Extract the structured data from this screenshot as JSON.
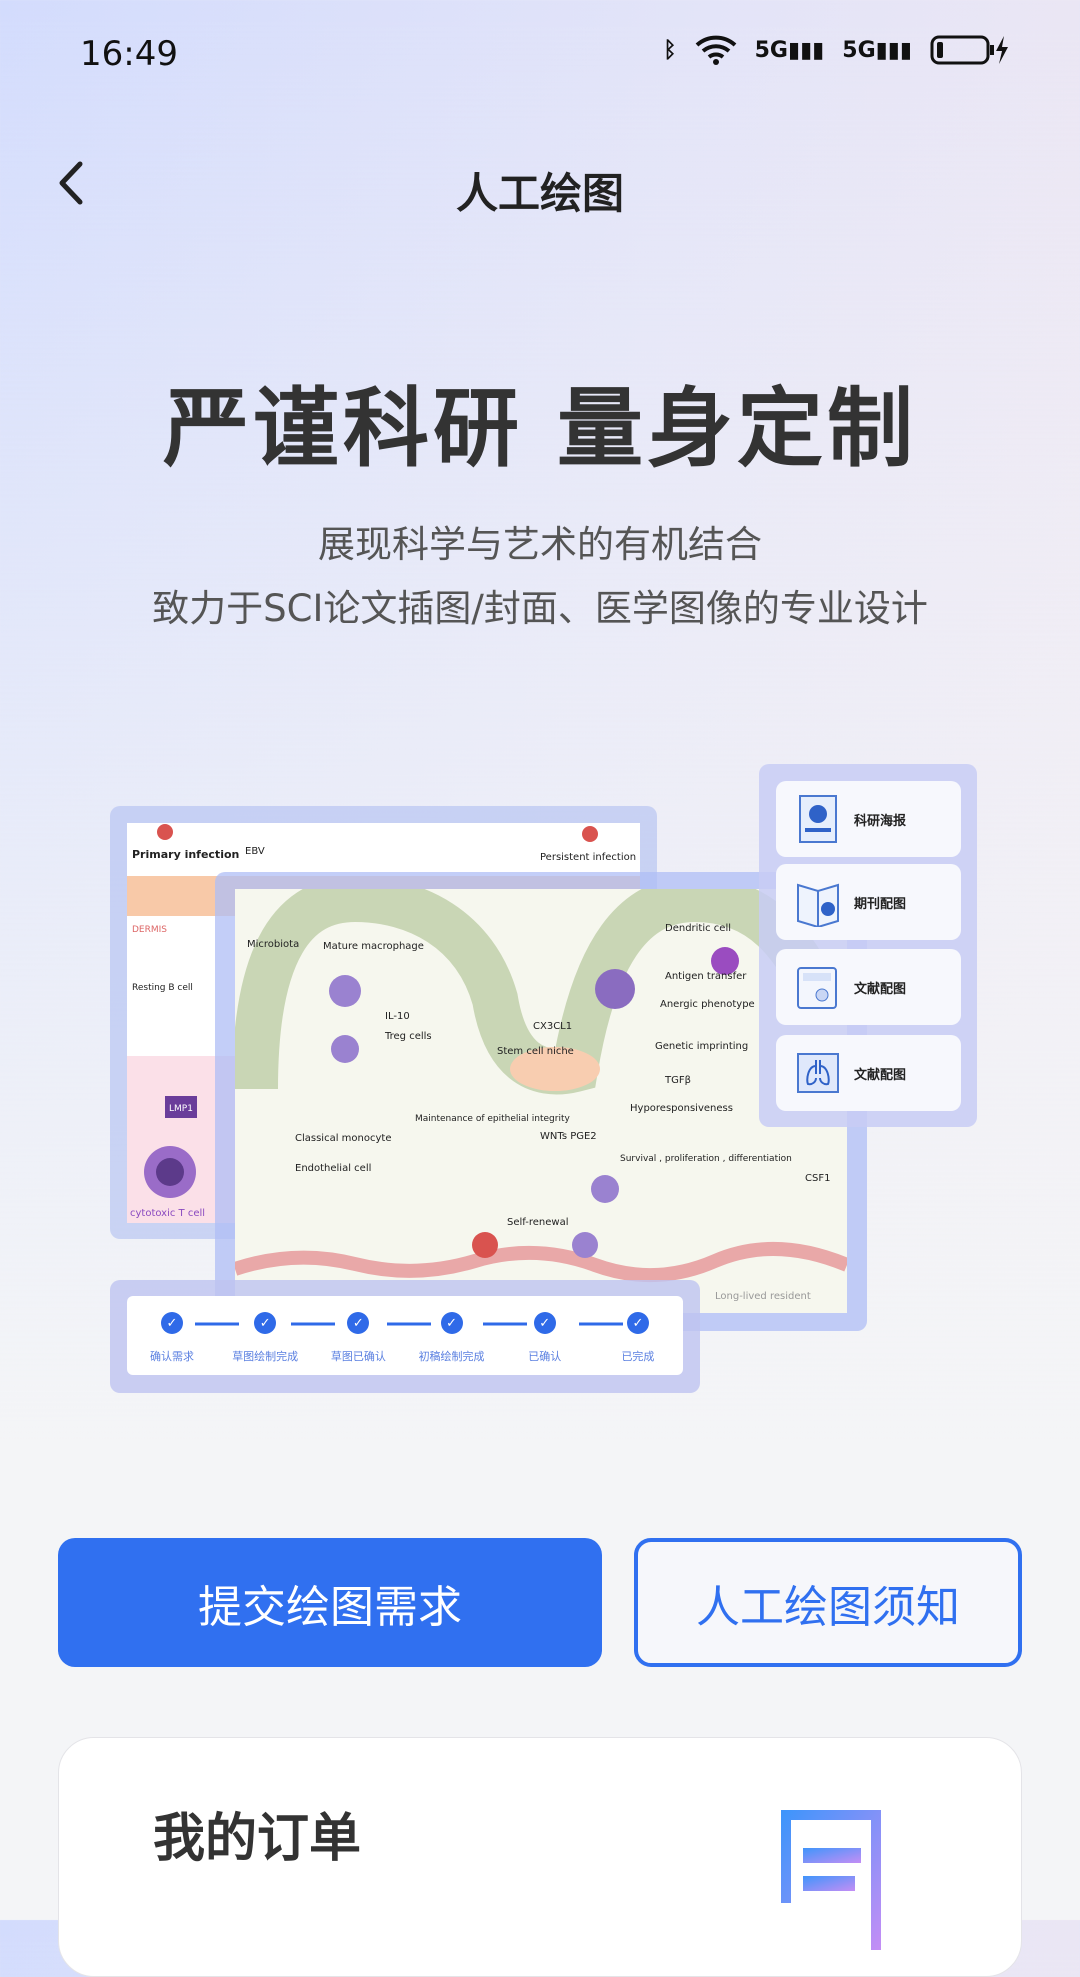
{
  "status_bar": {
    "time": "16:49",
    "icons": [
      "bluetooth-icon",
      "wifi-icon",
      "signal-5g-icon",
      "signal-5g-icon",
      "battery-charging-icon"
    ],
    "net1": "5G",
    "net2": "5G"
  },
  "header": {
    "title": "人工绘图",
    "back_icon": "chevron-left-icon"
  },
  "hero": {
    "headline": "严谨科研 量身定制",
    "subtitle_1": "展现科学与艺术的有机结合",
    "subtitle_2": "致力于SCI论文插图/封面、医学图像的专业设计"
  },
  "illustration": {
    "back_labels": [
      "Primary infection",
      "EBV",
      "Persistent infection",
      "DERMIS",
      "Resting B cell",
      "LMP1",
      "cytotoxic T cell"
    ],
    "labels": [
      "Microbiota",
      "Mature macrophage",
      "IL-10",
      "Treg cells",
      "Stem cell niche",
      "CX3CL1",
      "Dendritic cell",
      "Antigen transfer",
      "Anergic phenotype",
      "Genetic imprinting",
      "TGFβ",
      "Hyporesponsiveness",
      "Classical monocyte",
      "Endothelial cell",
      "Maintenance of epithelial integrity",
      "WNTs PGE2",
      "Survival , proliferation , differentiation",
      "CSF1",
      "Self-renewal",
      "Long-lived resident"
    ]
  },
  "categories": [
    {
      "label": "科研海报",
      "icon": "poster-icon"
    },
    {
      "label": "期刊配图",
      "icon": "journal-icon"
    },
    {
      "label": "文献配图",
      "icon": "document-icon"
    },
    {
      "label": "文献配图",
      "icon": "lungs-icon"
    }
  ],
  "progress_steps": [
    {
      "label": "确认需求",
      "done": true
    },
    {
      "label": "草图绘制完成",
      "done": true
    },
    {
      "label": "草图已确认",
      "done": true
    },
    {
      "label": "初稿绘制完成",
      "done": true
    },
    {
      "label": "已确认",
      "done": true
    },
    {
      "label": "已完成",
      "done": true
    }
  ],
  "actions": {
    "submit": "提交绘图需求",
    "notice": "人工绘图须知"
  },
  "orders": {
    "title": "我的订单",
    "icon": "order-list-icon"
  },
  "colors": {
    "accent": "#3070f0",
    "text": "#333333"
  }
}
